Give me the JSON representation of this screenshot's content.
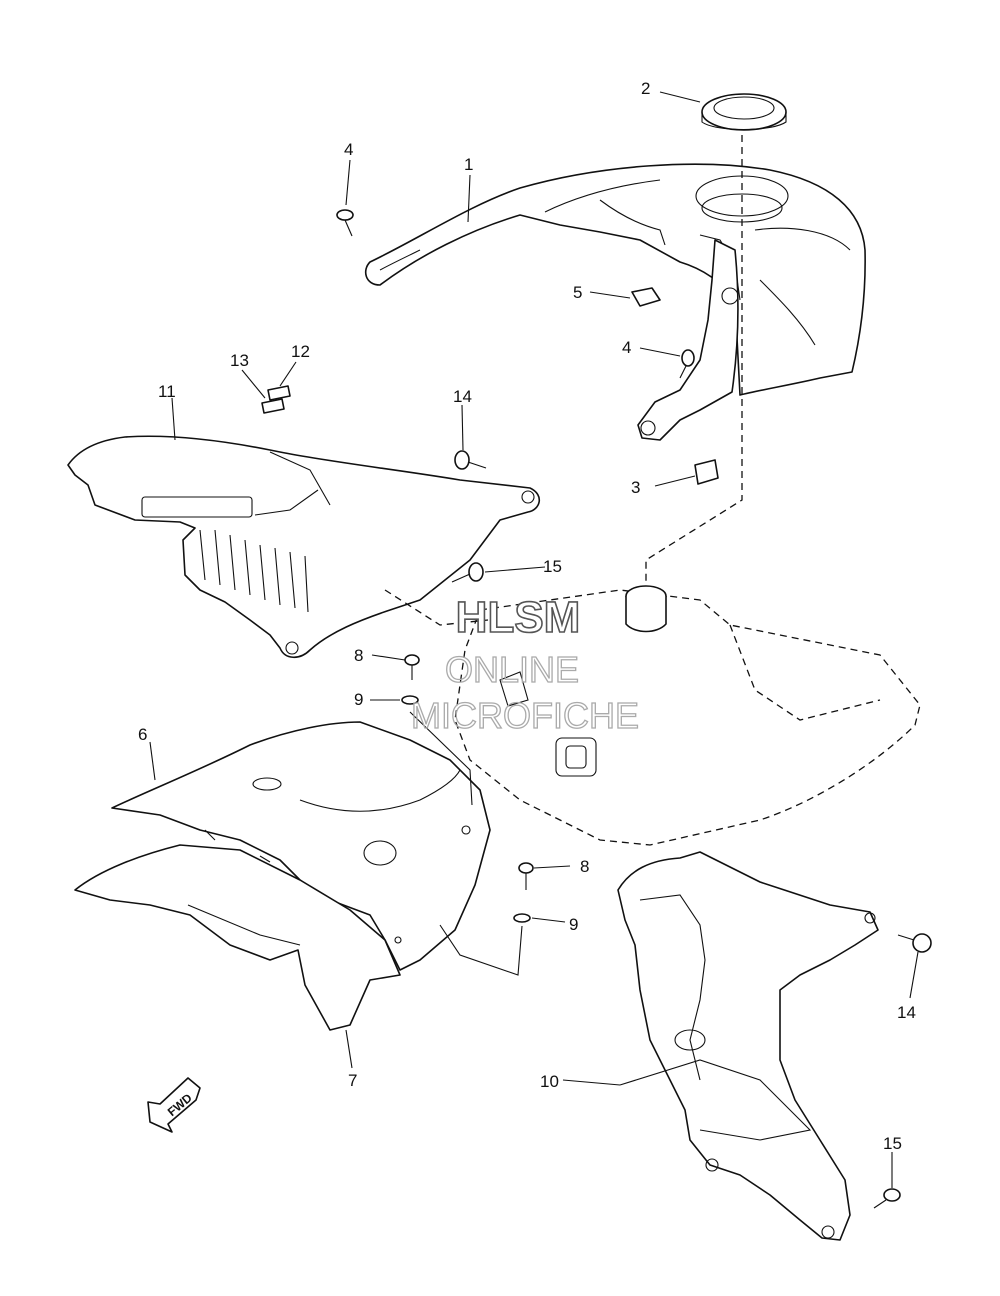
{
  "callouts": {
    "c1": "1",
    "c2": "2",
    "c3": "3",
    "c4a": "4",
    "c4b": "4",
    "c5": "5",
    "c6": "6",
    "c7": "7",
    "c8a": "8",
    "c8b": "8",
    "c9a": "9",
    "c9b": "9",
    "c10": "10",
    "c11": "11",
    "c12": "12",
    "c13": "13",
    "c14a": "14",
    "c14b": "14",
    "c15a": "15",
    "c15b": "15"
  },
  "watermark": {
    "line1": "HLSM",
    "line2": "ONLINE",
    "line3": "MICROFICHE"
  },
  "fwd_label": "FWD"
}
